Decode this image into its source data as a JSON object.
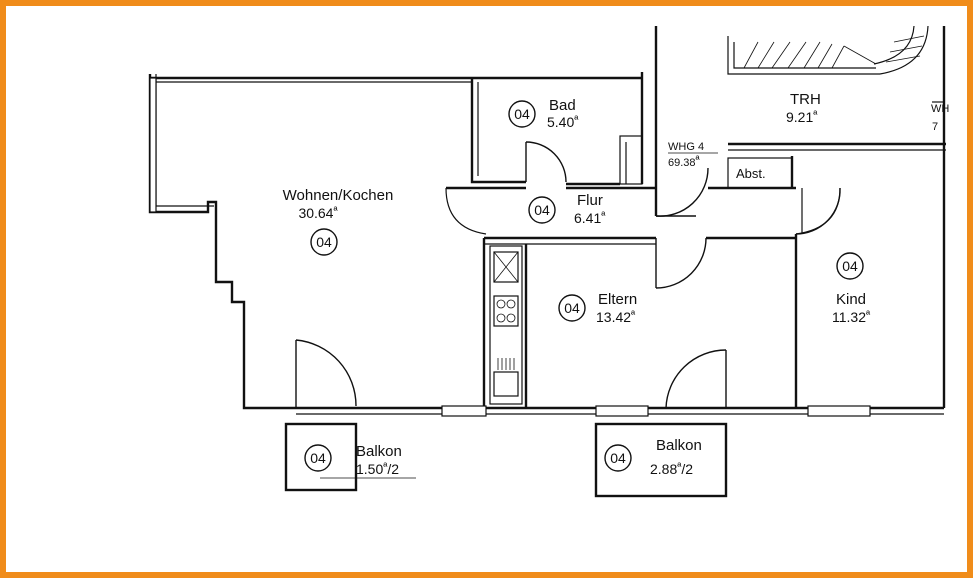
{
  "accent_color": "#f08c1a",
  "rooms": [
    {
      "id": "wohnen",
      "name": "Wohnen/Kochen",
      "area": "30.64",
      "unit_num": "04"
    },
    {
      "id": "bad",
      "name": "Bad",
      "area": "5.40",
      "unit_num": "04"
    },
    {
      "id": "flur",
      "name": "Flur",
      "area": "6.41",
      "unit_num": "04"
    },
    {
      "id": "eltern",
      "name": "Eltern",
      "area": "13.42",
      "unit_num": "04"
    },
    {
      "id": "kind",
      "name": "Kind",
      "area": "11.32",
      "unit_num": "04"
    },
    {
      "id": "balkon1",
      "name": "Balkon",
      "area": "1.50",
      "suffix": "/2",
      "unit_num": "04"
    },
    {
      "id": "balkon2",
      "name": "Balkon",
      "area": "2.88",
      "suffix": "/2",
      "unit_num": "04"
    }
  ],
  "trh": {
    "name": "TRH",
    "area": "9.21"
  },
  "whg": {
    "label": "WHG 4",
    "area": "69.38"
  },
  "abst": {
    "label": "Abst."
  },
  "cut_labels": {
    "whg_edge": "WH",
    "area_edge": "7"
  },
  "degree_mark": "ª"
}
